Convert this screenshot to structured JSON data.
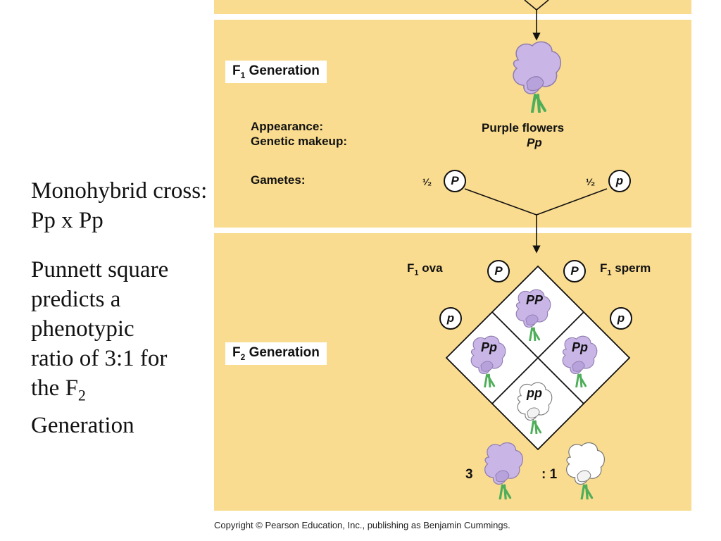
{
  "left_text": {
    "lead_line1": "Monohybrid cross:",
    "lead_line2": "Pp x Pp",
    "para_line1": "Punnett square",
    "para_line2": "predicts a",
    "para_line3": "phenotypic",
    "para_line4": "ratio of 3:1 for",
    "para_line5_prefix": "the F",
    "para_line5_sub": "2",
    "para_line6": "Generation"
  },
  "f1": {
    "label_prefix": "F",
    "label_sub": "1",
    "label_suffix": " Generation",
    "appearance_label": "Appearance:",
    "genetic_label": "Genetic makeup:",
    "gametes_label": "Gametes:",
    "appearance_value": "Purple flowers",
    "genetic_value": "Pp",
    "gamete_fraction": "¹⁄₂",
    "gamete_left": "P",
    "gamete_right": "p"
  },
  "f2": {
    "label_prefix": "F",
    "label_sub": "2",
    "label_suffix": " Generation",
    "ova_prefix": "F",
    "ova_sub": "1",
    "ova_suffix": " ova",
    "sperm_prefix": "F",
    "sperm_sub": "1",
    "sperm_suffix": " sperm",
    "ova_alleles": [
      "P",
      "p"
    ],
    "sperm_alleles": [
      "P",
      "p"
    ],
    "cells": [
      "PP",
      "Pp",
      "Pp",
      "pp"
    ],
    "ratio_purple": "3",
    "ratio_white": ": 1"
  },
  "colors": {
    "panel": "#f9dc8f",
    "purple_flower": "#c9b6e6",
    "white_flower": "#ffffff",
    "leaf": "#4fae5a"
  },
  "copyright": "Copyright © Pearson Education, Inc., publishing as Benjamin Cummings."
}
